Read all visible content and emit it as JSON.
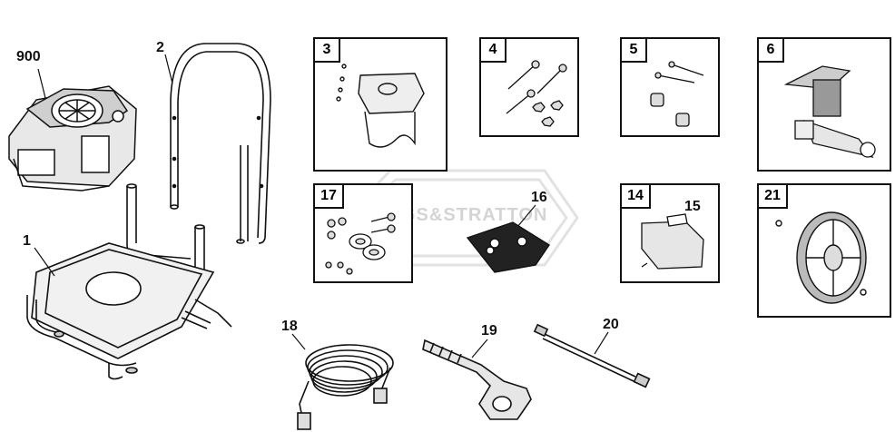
{
  "watermark": "BRIGGS&STRATTON",
  "labels": {
    "engine": "900",
    "handle": "2",
    "frame": "1",
    "hose": "18",
    "gun": "19",
    "wand": "20",
    "flag_label": "16",
    "cover": "15"
  },
  "boxes": {
    "b3": "3",
    "b4": "4",
    "b5": "5",
    "b6": "6",
    "b17": "17",
    "b14": "14",
    "b21": "21"
  }
}
